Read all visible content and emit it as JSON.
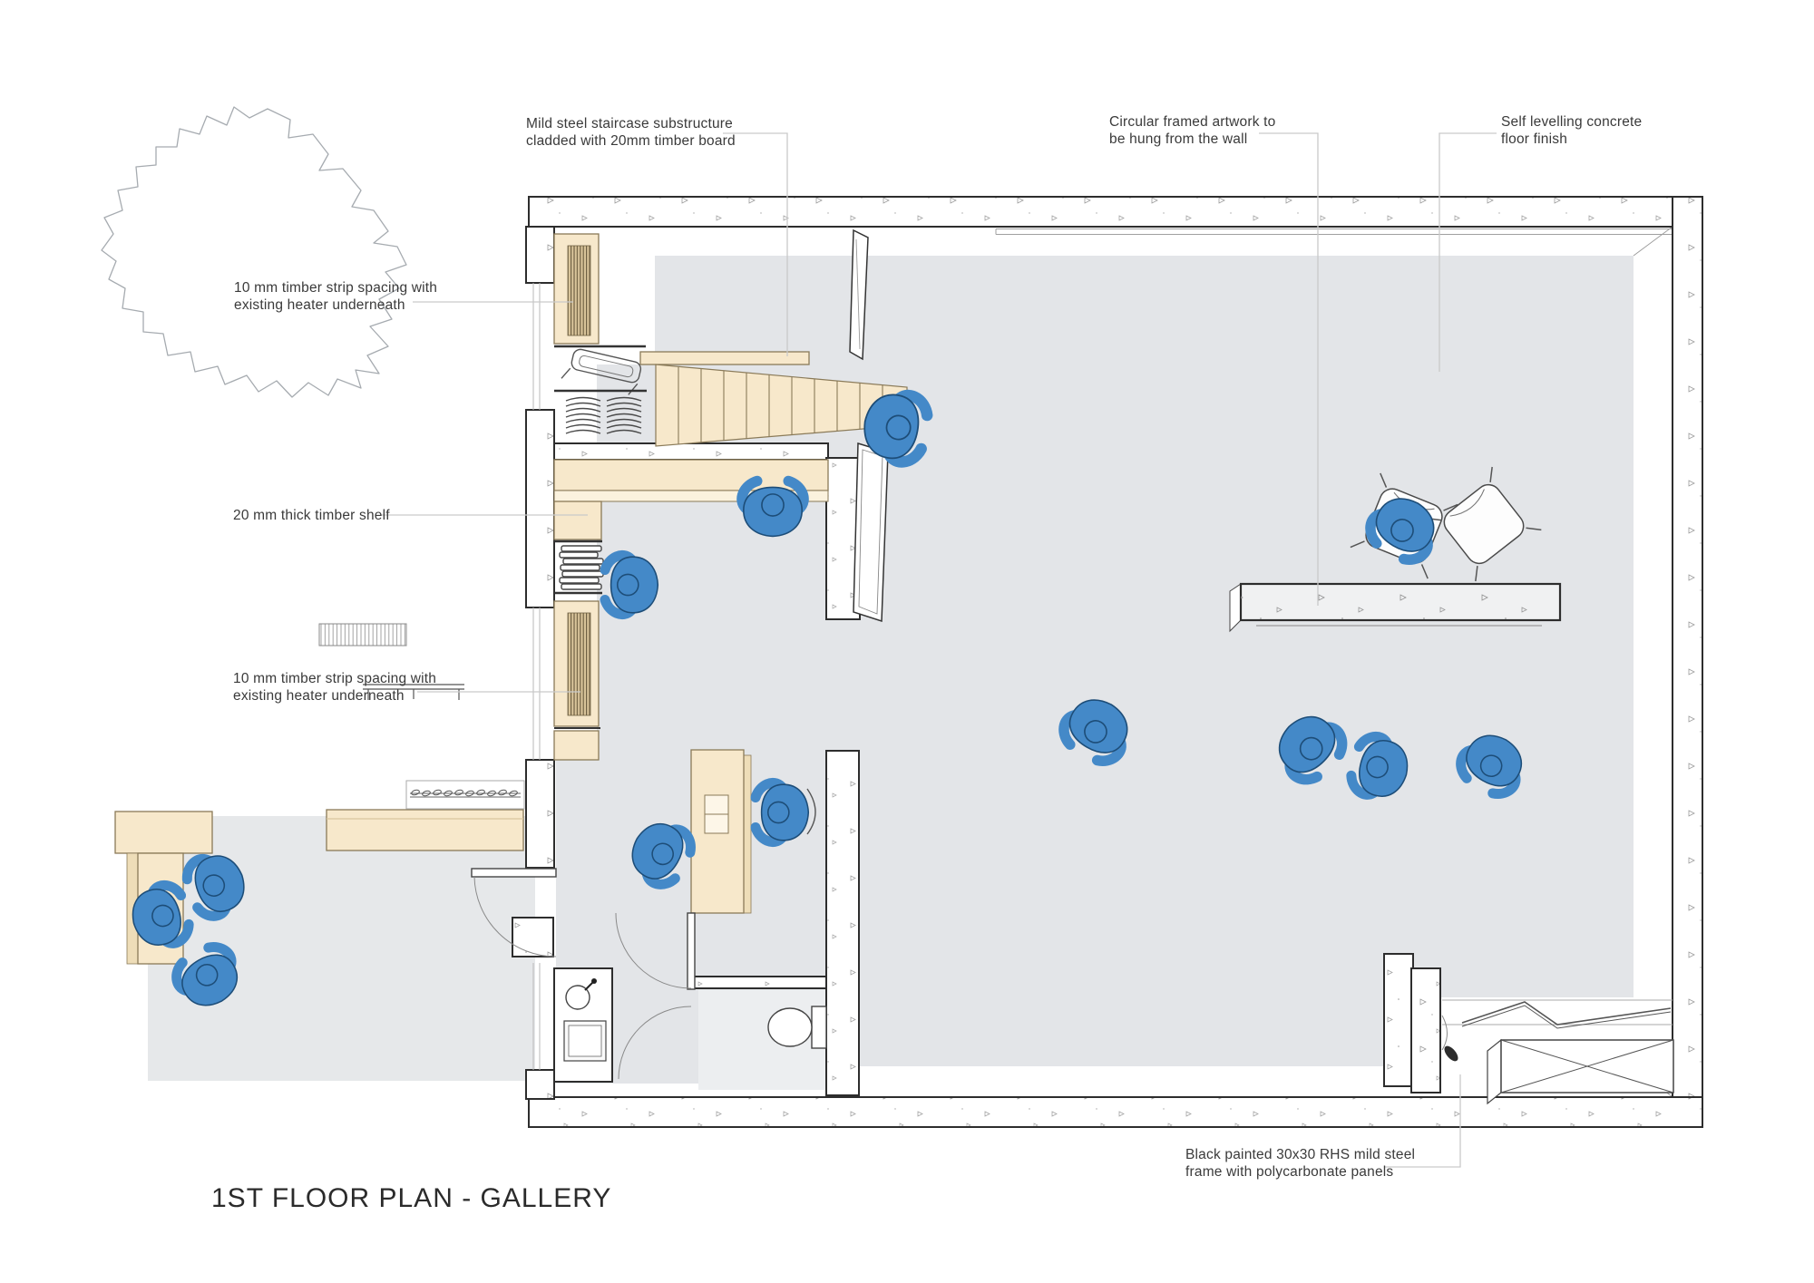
{
  "title": "1ST FLOOR PLAN - GALLERY",
  "annotations": {
    "staircase": {
      "line1": "Mild steel staircase substructure",
      "line2": "cladded with 20mm timber board"
    },
    "artwork": {
      "line1": "Circular framed artwork to",
      "line2": "be hung from the wall"
    },
    "floor_finish": {
      "line1": "Self levelling concrete",
      "line2": "floor finish"
    },
    "heater_top": {
      "line1": "10 mm timber strip spacing with",
      "line2": "existing heater underneath"
    },
    "timber_shelf": {
      "line1": "20 mm thick timber shelf"
    },
    "heater_bottom": {
      "line1": "10 mm timber strip spacing with",
      "line2": "existing heater underneath"
    },
    "steel_frame": {
      "line1": "Black painted 30x30 RHS mild steel",
      "line2": "frame with polycarbonate panels"
    }
  },
  "colors": {
    "floor_gray": "#e3e5e8",
    "timber": "#f7e8cb",
    "people_blue": "#4489c8",
    "wall_line": "#2d2d2d",
    "leader_gray": "#c9c9c9"
  }
}
